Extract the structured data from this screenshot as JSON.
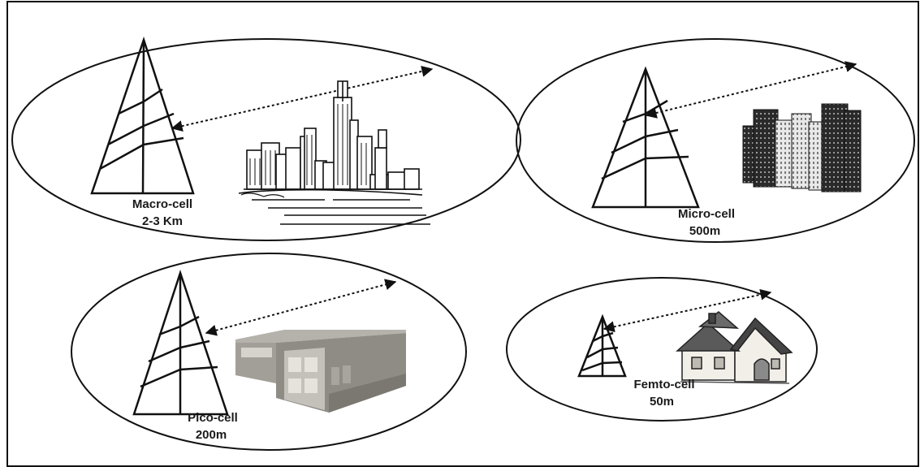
{
  "cells": [
    {
      "name": "Macro-cell",
      "range": "2-3 Km",
      "building": "city-skyline"
    },
    {
      "name": "Micro-cell",
      "range": "500m",
      "building": "high-rise-buildings"
    },
    {
      "name": "Pico-cell",
      "range": "200m",
      "building": "office-building"
    },
    {
      "name": "Femto-cell",
      "range": "50m",
      "building": "house"
    }
  ],
  "colors": {
    "line": "#111111",
    "building_gray": "#8f8c86",
    "house_white": "#f2efe9"
  }
}
